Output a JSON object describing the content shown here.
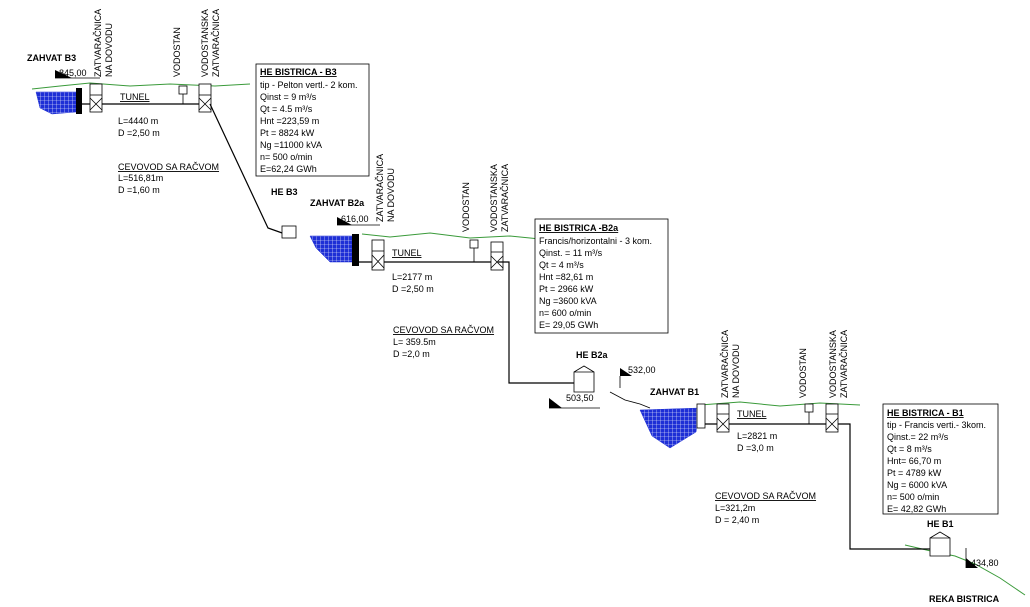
{
  "upper": {
    "intake_title": "ZAHVAT B3",
    "intake_level": "845,00",
    "gate1_label": [
      "ZATVARAČNICA",
      "NA DOVODU"
    ],
    "surge_label": "VODOSTAN",
    "gate2_label": [
      "VODOSTANSKA",
      "ZATVARAČNICA"
    ],
    "tunnel_label": "TUNEL",
    "tunnel_length": "L=4440 m",
    "tunnel_diameter": "D =2,50 m",
    "penstock_title": "CEVOVOD SA RAČVOM",
    "penstock_length": "L=516,81m",
    "penstock_diameter": "D =1,60 m",
    "plant_label": "HE B3",
    "info": {
      "title": "HE BISTRICA - B3",
      "lines": [
        "tip - Pelton vertl.- 2 kom.",
        "Qinst = 9 m³/s",
        "Qt = 4.5 m³/s",
        "Hnt =223,59 m",
        "Pt = 8824 kW",
        "Ng =11000 kVA",
        "n= 500 o/min",
        "E=62,24 GWh"
      ]
    }
  },
  "middle": {
    "intake_title": "ZAHVAT B2a",
    "intake_level": "616,00",
    "gate1_label": [
      "ZATVARAČNICA",
      "NA DOVODU"
    ],
    "surge_label": "VODOSTAN",
    "gate2_label": [
      "VODOSTANSKA",
      "ZATVARAČNICA"
    ],
    "tunnel_label": "TUNEL",
    "tunnel_length": "L=2177 m",
    "tunnel_diameter": "D =2,50 m",
    "penstock_title": "CEVOVOD SA RAČVOM",
    "penstock_length": "L= 359.5m",
    "penstock_diameter": "D =2,0 m",
    "plant_label": "HE B2a",
    "plant_level_right": "532,00",
    "plant_level_left": "503,50",
    "info": {
      "title": "HE BISTRICA -B2a",
      "lines": [
        "Francis/horizontalni - 3 kom.",
        "Qinst. = 11 m³/s",
        "Qt = 4 m³/s",
        "Hnt =82,61 m",
        "Pt = 2966 kW",
        "Ng =3600 kVA",
        "n= 600 o/min",
        "E= 29,05 GWh"
      ]
    }
  },
  "lower": {
    "intake_title": "ZAHVAT B1",
    "gate1_label": [
      "ZATVARAČNICA",
      "NA DOVODU"
    ],
    "surge_label": "VODOSTAN",
    "gate2_label": [
      "VODOSTANSKA",
      "ZATVARAČNICA"
    ],
    "tunnel_label": "TUNEL",
    "tunnel_length": "L=2821 m",
    "tunnel_diameter": "D =3,0 m",
    "penstock_title": "CEVOVOD SA RAČVOM",
    "penstock_length": "L=321,2m",
    "penstock_diameter": "D = 2,40 m",
    "plant_label": "HE B1",
    "plant_level": "434,80",
    "river_label": "REKA BISTRICA",
    "info": {
      "title": "HE BISTRICA - B1",
      "lines": [
        "tip - Francis verti.- 3kom.",
        "Qinst.= 22 m³/s",
        "Qt = 8 m³/s",
        "Hnt= 66,70 m",
        "Pt = 4789 kW",
        "Ng = 6000 kVA",
        "n= 500 o/min",
        "E= 42,82 GWh"
      ]
    }
  },
  "colors": {
    "terrain": "#3a9a3a",
    "water": "#1e2fd6",
    "line": "#000000"
  }
}
